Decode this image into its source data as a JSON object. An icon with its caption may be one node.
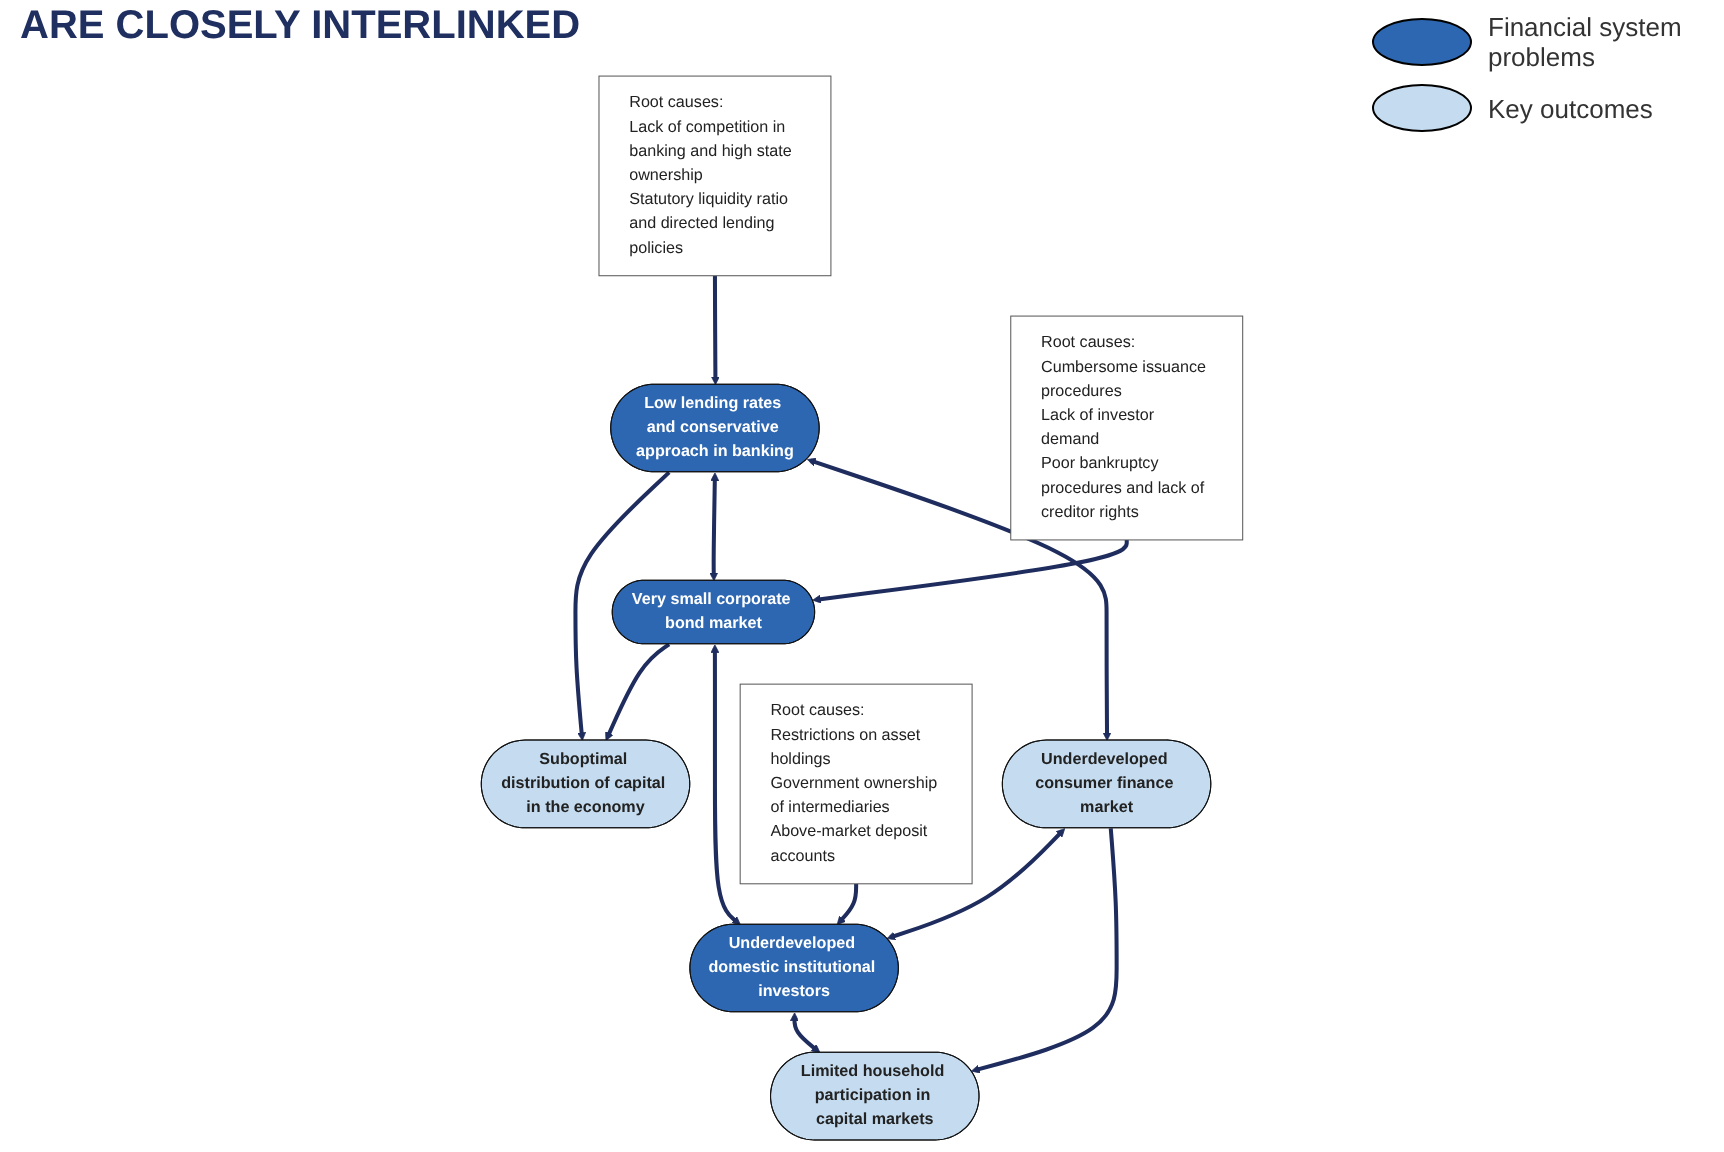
{
  "diagram": {
    "title": "ARE CLOSELY INTERLINKED",
    "nodes": [
      {
        "text": [
          "Suboptimal distribution of capital in the economy"
        ]
      },
      {
        "text": [
          "Root causes:",
          "Lack of competition in banking and high state ownership",
          "Statutory liquidity ratio and directed lending policies"
        ]
      },
      {
        "text": [
          "Low lending rates and conservative approach in banking"
        ]
      },
      {
        "text": [
          "Very small corporate bond market"
        ]
      },
      {
        "text": [
          "Root causes:",
          "Cumbersome issuance procedures",
          "Lack of investor demand",
          "Poor bankruptcy procedures and lack of creditor rights"
        ]
      },
      {
        "text": [
          "Underdeveloped consumer finance market"
        ]
      },
      {
        "text": [
          "Underdeveloped domestic institutional investors"
        ]
      },
      {
        "text": [
          "Root causes:",
          "Restrictions on asset holdings",
          "Government ownership of intermediaries",
          "Above-market deposit accounts"
        ]
      },
      {
        "text": [
          "Limited household participation in capital markets"
        ]
      }
    ],
    "edges": [
      {
        "from": 2,
        "to": 0,
        "arrow": "to"
      },
      {
        "from": 3,
        "to": 0,
        "arrow": "to"
      },
      {
        "from": 1,
        "to": 2,
        "arrow": "to"
      },
      {
        "from": 2,
        "to": 3,
        "arrow": "both"
      },
      {
        "from": 4,
        "to": 3,
        "arrow": "to"
      },
      {
        "from": 2,
        "to": 5,
        "arrow": "both"
      },
      {
        "from": 3,
        "to": 6,
        "arrow": "both"
      },
      {
        "from": 5,
        "to": 6,
        "arrow": "both"
      },
      {
        "from": 7,
        "to": 6,
        "arrow": "to"
      },
      {
        "from": 5,
        "to": 8,
        "arrow": "to"
      },
      {
        "from": 6,
        "to": 8,
        "arrow": "both"
      }
    ],
    "legend": [
      {
        "text": "Financial system problems",
        "color": "#2e67b1"
      },
      {
        "text": "Key outcomes",
        "color": "#c5dcf0"
      }
    ]
  }
}
